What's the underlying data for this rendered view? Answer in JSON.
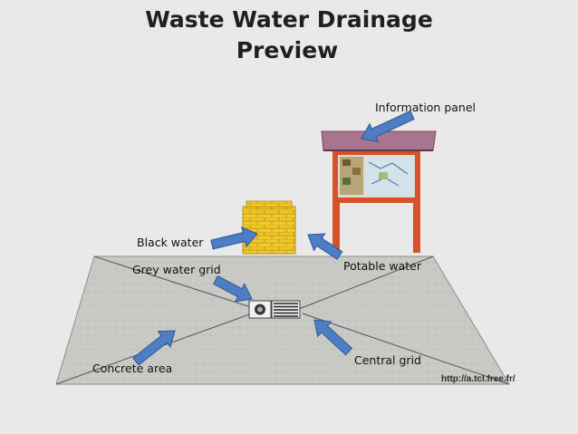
{
  "title": {
    "line1": "Waste Water  Drainage",
    "line2": "Preview"
  },
  "labels": {
    "information_panel": "Information panel",
    "black_water": "Black water",
    "grey_water_grid": "Grey water grid",
    "potable_water": "Potable water",
    "central_grid": "Central grid",
    "concrete_area": "Concrete area"
  },
  "credit": "http://a.tcl.free.fr/",
  "colors": {
    "arrow": "#4d7ec3",
    "panel_frame": "#d7522a",
    "panel_roof": "#a8748f",
    "brick": "#f0c92b",
    "concrete": "#c6c6c2"
  }
}
